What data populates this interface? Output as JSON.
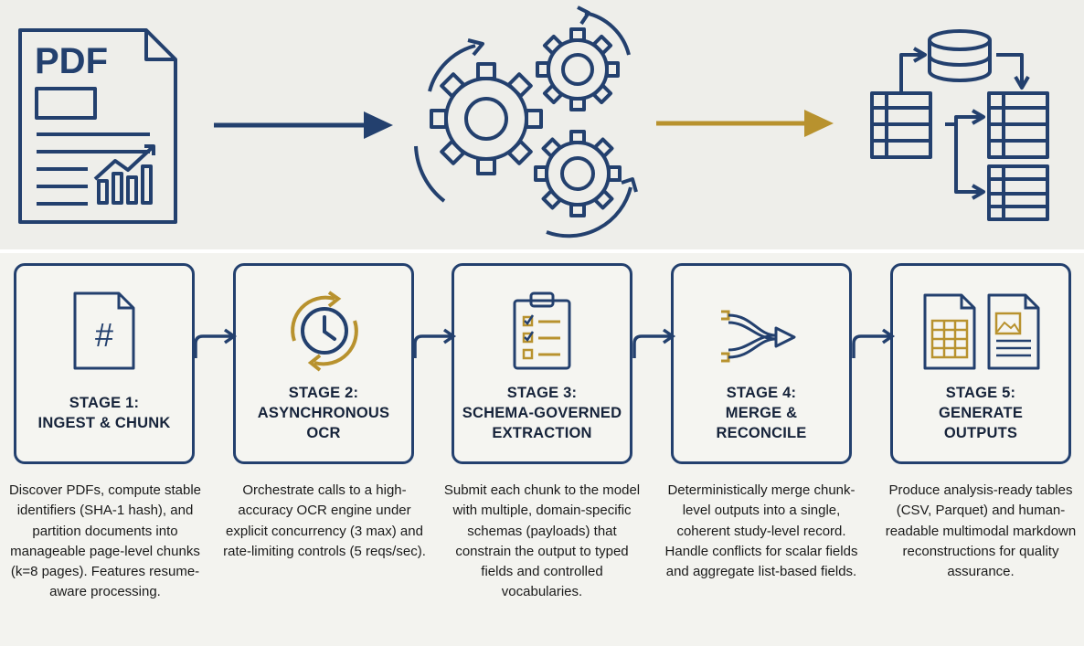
{
  "top_banner": {
    "document_label": "PDF"
  },
  "stages": [
    {
      "title_lines": [
        "STAGE 1:",
        "INGEST & CHUNK"
      ],
      "icon": "hash-document-icon",
      "description": "Discover PDFs, compute stable identifiers (SHA-1 hash), and partition documents into manageable page-level chunks (k=8 pages). Features resume-aware processing."
    },
    {
      "title_lines": [
        "STAGE 2:",
        "ASYNCHRONOUS",
        "OCR"
      ],
      "icon": "clock-cycle-icon",
      "description": "Orchestrate calls to a high-accuracy OCR engine under explicit concurrency (3 max) and rate-limiting controls (5 reqs/sec)."
    },
    {
      "title_lines": [
        "STAGE 3:",
        "SCHEMA-GOVERNED",
        "EXTRACTION"
      ],
      "icon": "clipboard-checklist-icon",
      "description": "Submit each chunk to the model with multiple, domain-specific schemas (payloads) that constrain the output to typed fields and controlled vocabularies."
    },
    {
      "title_lines": [
        "STAGE 4:",
        "MERGE &",
        "RECONCILE"
      ],
      "icon": "merge-arrows-icon",
      "description": "Deterministically merge chunk-level outputs into a single, coherent study-level record. Handle conflicts for scalar fields and aggregate list-based fields."
    },
    {
      "title_lines": [
        "STAGE 5:",
        "GENERATE",
        "OUTPUTS"
      ],
      "icon": "output-documents-icon",
      "description": "Produce analysis-ready tables (CSV, Parquet) and human-readable multimodal markdown reconstructions for quality assurance."
    }
  ],
  "colors": {
    "navy": "#23406e",
    "gold": "#b8922e",
    "panel_top": "#eeeeea",
    "panel_bottom": "#f3f3ef"
  }
}
